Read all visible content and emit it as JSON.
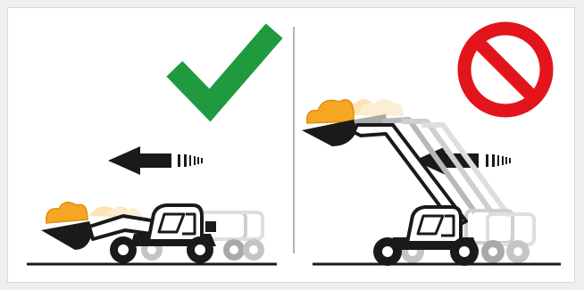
{
  "panels": [
    {
      "id": "correct",
      "verdict": "allowed",
      "symbol": "check-mark-icon",
      "arrow_direction": "left",
      "boom_position": "lowered"
    },
    {
      "id": "incorrect",
      "verdict": "prohibited",
      "symbol": "prohibition-icon",
      "arrow_direction": "left",
      "boom_position": "raised"
    }
  ],
  "colors": {
    "allowed": "#1f9a3e",
    "prohibited": "#e3141b",
    "load": "#f6a623",
    "load_light": "#fde3b3",
    "arrow": "#1a1a1a",
    "ghost": "#a9a9a9",
    "ghost_light": "#cfcfcf",
    "ground": "#1a1a1a",
    "background": "#ffffff"
  }
}
